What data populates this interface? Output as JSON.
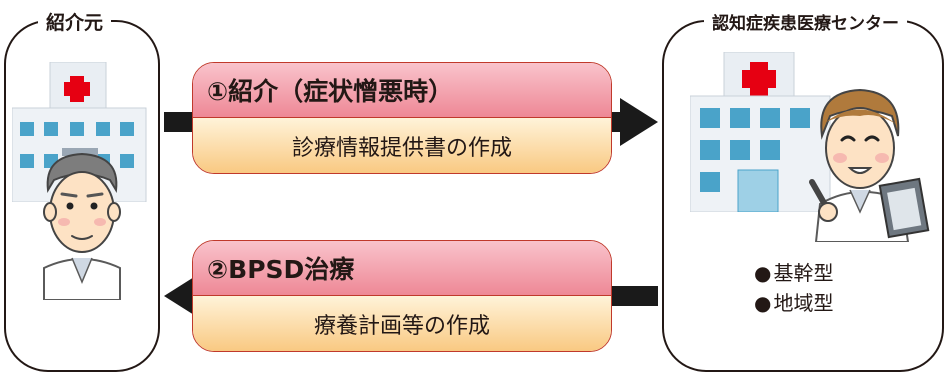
{
  "left_panel": {
    "title": "紹介元"
  },
  "right_panel": {
    "title": "認知症疾患医療センター",
    "types": [
      {
        "dot": "●",
        "label": "基幹型"
      },
      {
        "dot": "●",
        "label": "地域型"
      }
    ]
  },
  "process_top": {
    "heading": "①紹介（症状憎悪時）",
    "body": "診療情報提供書の作成"
  },
  "process_bottom": {
    "heading": "②BPSD治療",
    "body": "療養計画等の作成"
  },
  "colors": {
    "cross": "#e60012",
    "window": "#4aa3c9",
    "process_head": "#ee8896",
    "process_body": "#f9c982",
    "outline": "#231815"
  },
  "icons": {
    "left_building": "hospital-building-icon",
    "left_doctor": "doctor-elder-icon",
    "right_building": "hospital-building-icon",
    "right_doctor": "doctor-clipboard-icon"
  }
}
